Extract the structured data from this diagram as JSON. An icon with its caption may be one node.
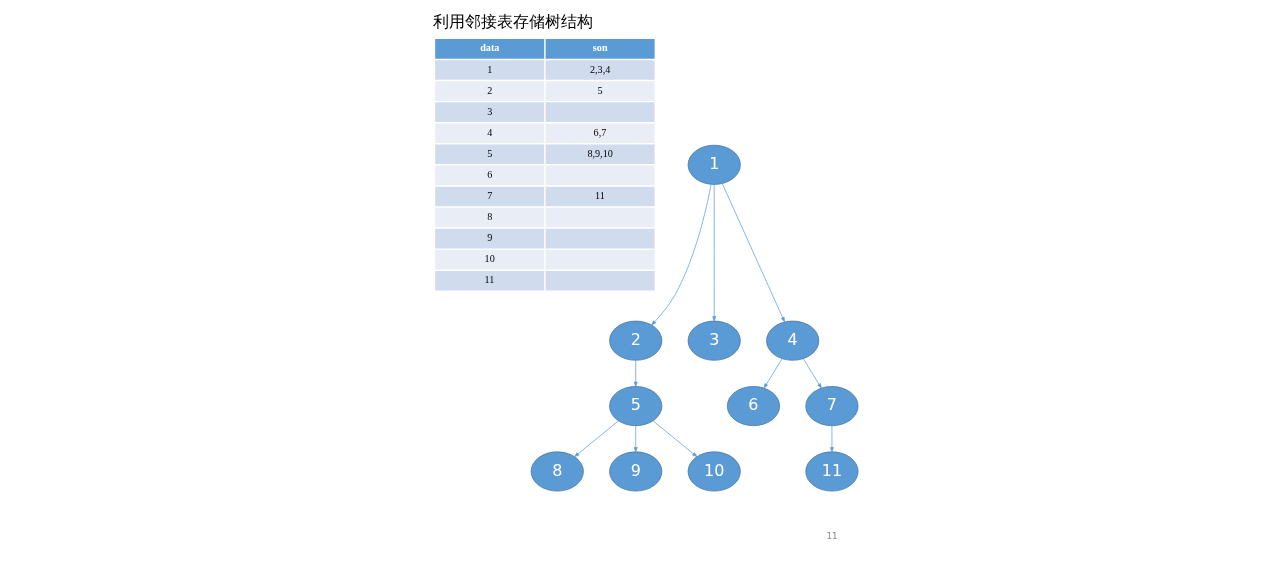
{
  "diagram": {
    "title": "利用邻接表存储树结构",
    "nodes": [
      {
        "text": [
          "1"
        ]
      },
      {
        "text": [
          "2"
        ]
      },
      {
        "text": [
          "3"
        ]
      },
      {
        "text": [
          "4"
        ]
      },
      {
        "text": [
          "5"
        ]
      },
      {
        "text": [
          "6"
        ]
      },
      {
        "text": [
          "7"
        ]
      },
      {
        "text": [
          "8"
        ]
      },
      {
        "text": [
          "9"
        ]
      },
      {
        "text": [
          "10"
        ]
      },
      {
        "text": [
          "11"
        ]
      }
    ],
    "edges": [
      {
        "from": 0,
        "to": 1,
        "arrow": "to"
      },
      {
        "from": 0,
        "to": 2,
        "arrow": "to"
      },
      {
        "from": 0,
        "to": 3,
        "arrow": "to"
      },
      {
        "from": 1,
        "to": 4,
        "arrow": "to"
      },
      {
        "from": 3,
        "to": 5,
        "arrow": "to"
      },
      {
        "from": 3,
        "to": 6,
        "arrow": "to"
      },
      {
        "from": 4,
        "to": 7,
        "arrow": "to"
      },
      {
        "from": 4,
        "to": 8,
        "arrow": "to"
      },
      {
        "from": 4,
        "to": 9,
        "arrow": "to"
      },
      {
        "from": 6,
        "to": 10,
        "arrow": "to"
      }
    ],
    "labels": [
      "data",
      "son",
      "1",
      "2,3,4",
      "2",
      "5",
      "3",
      "4",
      "6,7",
      "5",
      "8,9,10",
      "6",
      "7",
      "11",
      "8",
      "9",
      "10",
      "11",
      "11"
    ]
  }
}
